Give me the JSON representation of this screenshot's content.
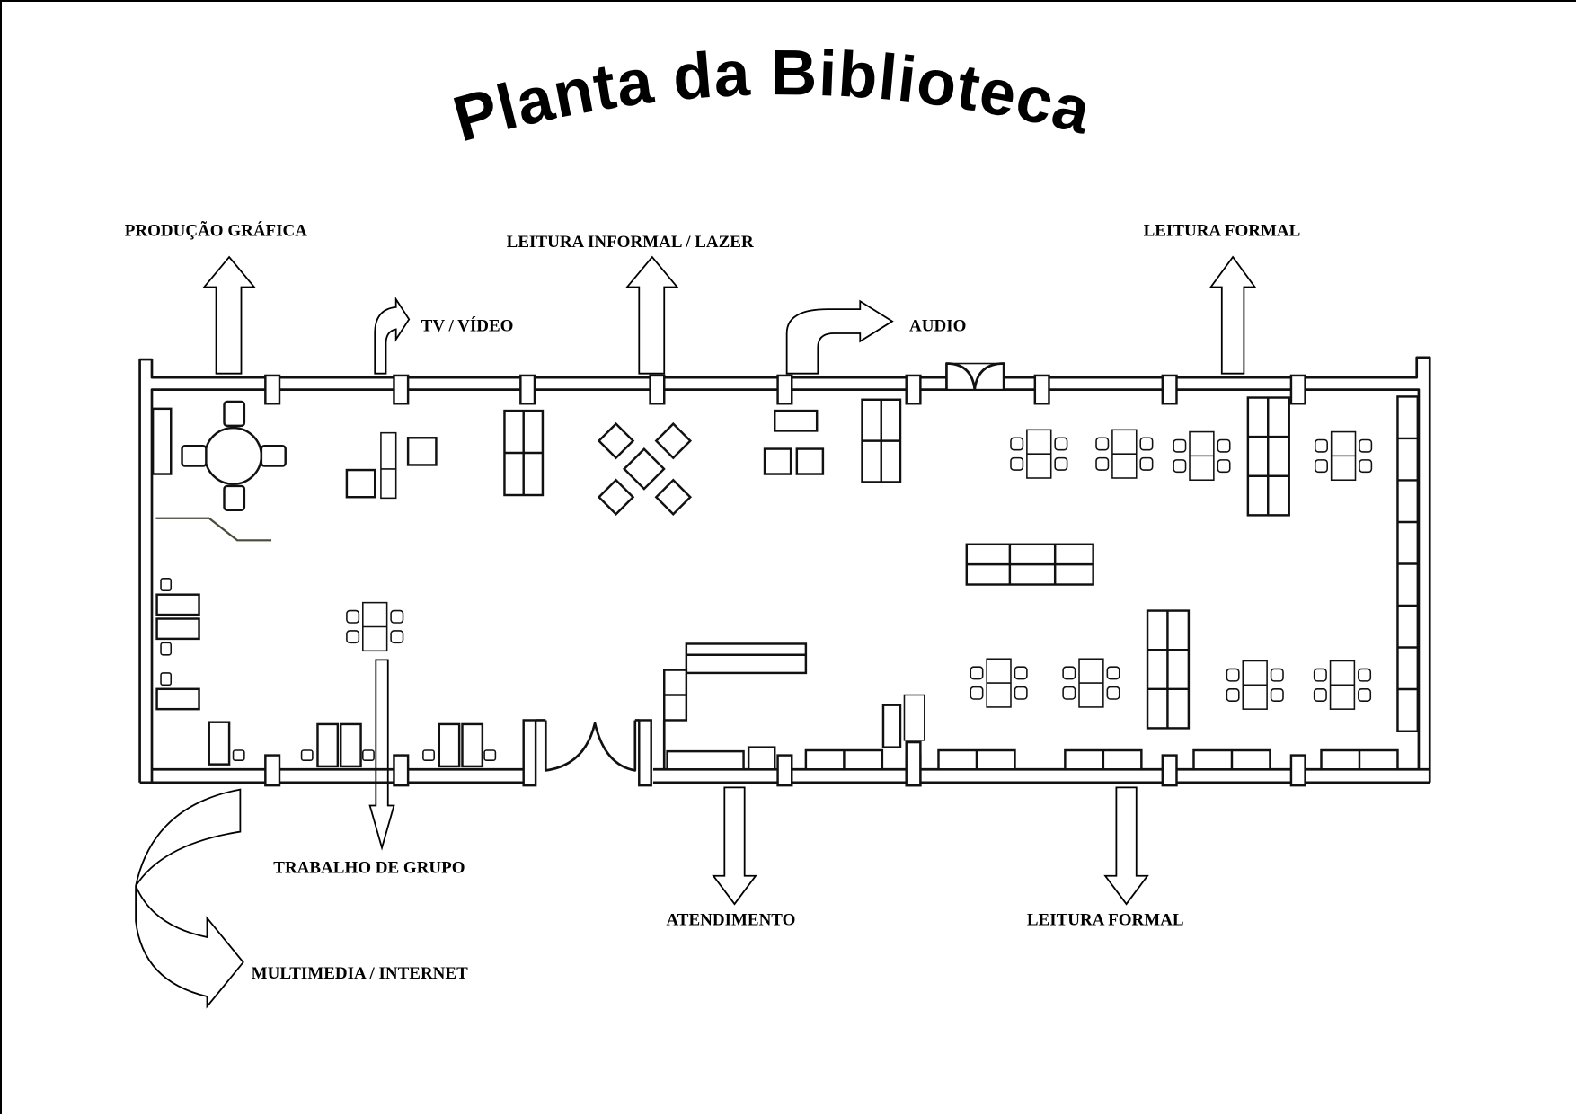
{
  "title": "Planta da Biblioteca",
  "zones": {
    "producao_grafica": "PRODUÇÃO GRÁFICA",
    "tv_video": "TV / VÍDEO",
    "leitura_informal": "LEITURA INFORMAL / LAZER",
    "audio": "AUDIO",
    "leitura_formal_top": "LEITURA FORMAL",
    "trabalho_grupo": "TRABALHO DE GRUPO",
    "multimedia": "MULTIMEDIA / INTERNET",
    "atendimento": "ATENDIMENTO",
    "leitura_formal_bottom": "LEITURA FORMAL"
  },
  "colors": {
    "ink": "#111111",
    "paper": "#ffffff",
    "partition": "#4a4a3a"
  }
}
